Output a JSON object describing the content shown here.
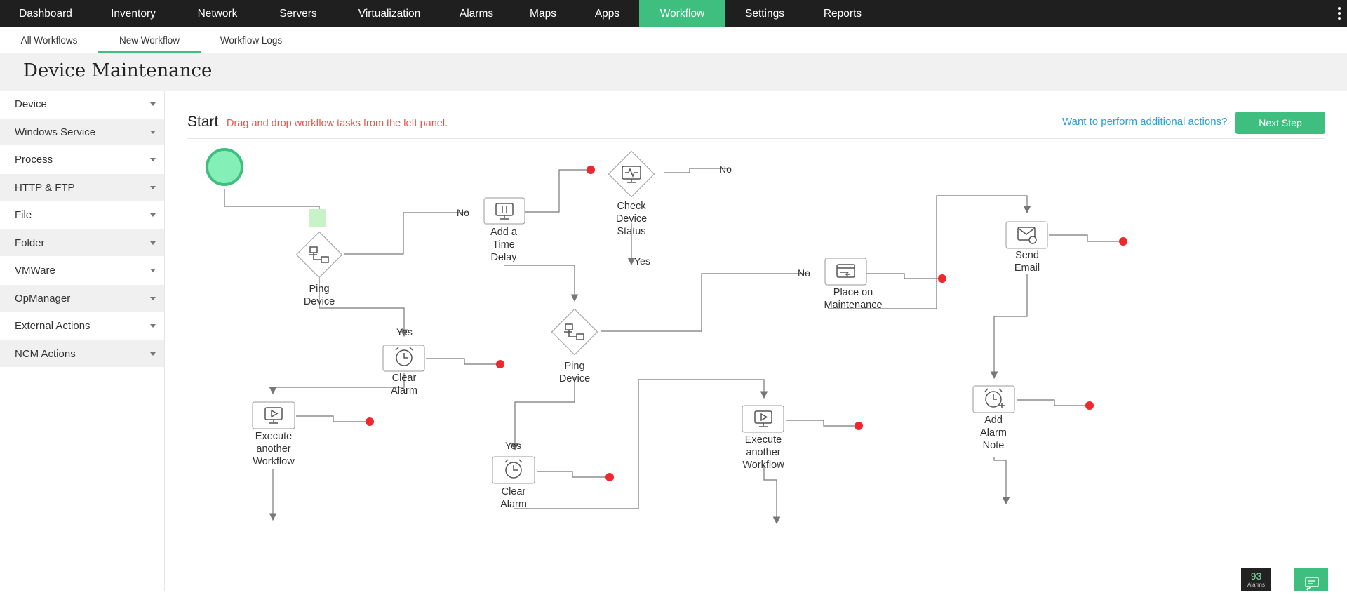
{
  "topnav": {
    "items": [
      "Dashboard",
      "Inventory",
      "Network",
      "Servers",
      "Virtualization",
      "Alarms",
      "Maps",
      "Apps",
      "Workflow",
      "Settings",
      "Reports"
    ],
    "active": "Workflow"
  },
  "subnav": {
    "items": [
      "All Workflows",
      "New Workflow",
      "Workflow Logs"
    ],
    "active": "New Workflow"
  },
  "page": {
    "title": "Device Maintenance"
  },
  "sidebar": {
    "items": [
      "Device",
      "Windows Service",
      "Process",
      "HTTP & FTP",
      "File",
      "Folder",
      "VMWare",
      "OpManager",
      "External Actions",
      "NCM Actions"
    ]
  },
  "canvas": {
    "start_label": "Start",
    "hint": "Drag and drop workflow tasks from the left panel.",
    "extra_link": "Want to perform additional actions?",
    "next_button": "Next Step"
  },
  "nodes": {
    "ping1": "Ping\nDevice",
    "delay": "Add a\nTime\nDelay",
    "check": "Check\nDevice\nStatus",
    "clear1": "Clear\nAlarm",
    "exec1": "Execute\nanother\nWorkflow",
    "ping2": "Ping\nDevice",
    "clear2": "Clear\nAlarm",
    "exec2": "Execute\nanother\nWorkflow",
    "maint": "Place on\nMaintenance",
    "email": "Send\nEmail",
    "note": "Add\nAlarm\nNote"
  },
  "conditions": {
    "yes": "Yes",
    "no": "No"
  },
  "widgets": {
    "alarm_count": "93",
    "alarm_label": "Alarms"
  },
  "colors": {
    "accent": "#3fbf7f",
    "endpoint": "#f0282d",
    "hint": "#e8534f",
    "link": "#2b9fd8"
  }
}
